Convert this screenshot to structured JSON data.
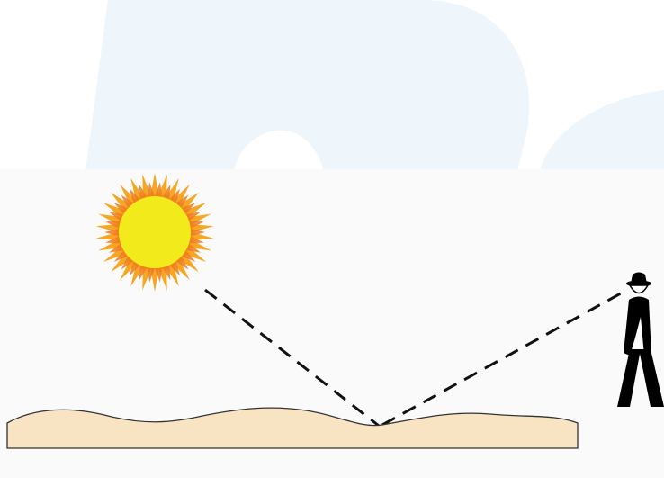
{
  "diagram": {
    "description_elements": [
      "sun",
      "sand-dune",
      "observer",
      "light-ray-incident",
      "light-ray-reflected"
    ],
    "colors": {
      "watermark": "#eef6fc",
      "lower_panel": "#fafafa",
      "sun_core": "#f2ea1a",
      "sun_rays_outer": "#f5a623",
      "sun_rays_inner": "#f07a1e",
      "sand_fill": "#f8e3c2",
      "sand_stroke": "#333333",
      "ray_stroke": "#111111",
      "person": "#000000"
    },
    "icons": {
      "sun": "sun-icon",
      "person": "person-icon"
    }
  }
}
